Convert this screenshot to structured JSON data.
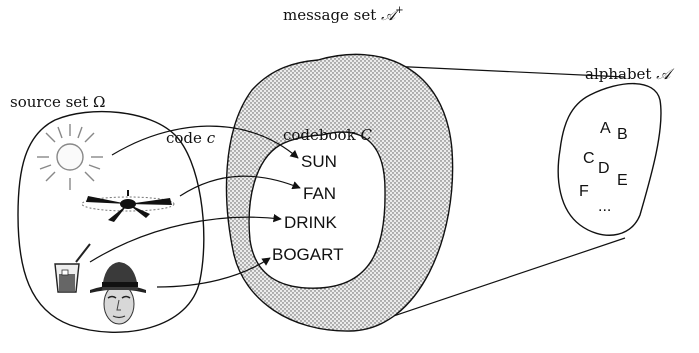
{
  "source_set": {
    "label": "source set",
    "symbol": "Ω"
  },
  "code": {
    "label": "code",
    "symbol": "c"
  },
  "message_set": {
    "label": "message set",
    "symbol": "𝒜",
    "sup": "+"
  },
  "codebook": {
    "label": "codebook",
    "symbol": "C"
  },
  "alphabet": {
    "label": "alphabet",
    "symbol": "𝒜"
  },
  "codewords": [
    "SUN",
    "FAN",
    "DRINK",
    "BOGART"
  ],
  "alphabet_letters": [
    "A",
    "B",
    "C",
    "D",
    "E",
    "F",
    "..."
  ],
  "source_items": [
    "sun-icon",
    "fan-icon",
    "drink-icon",
    "bogart-portrait"
  ],
  "colors": {
    "message_fill": "#d9d9d9",
    "stroke": "#111111"
  }
}
